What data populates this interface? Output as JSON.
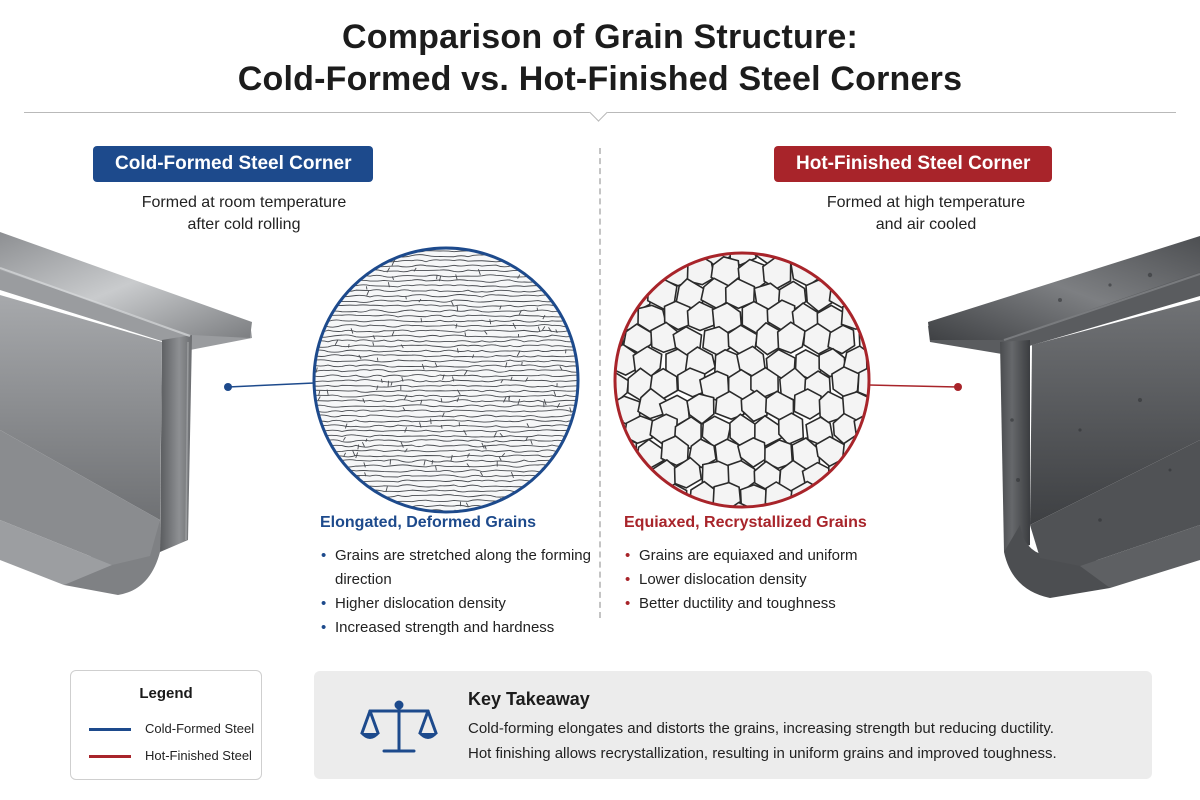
{
  "title_line1": "Comparison of Grain Structure:",
  "title_line2": "Cold-Formed vs. Hot-Finished Steel Corners",
  "colors": {
    "cold_accent": "#1d4a8c",
    "hot_accent": "#a8242a"
  },
  "cold": {
    "label": "Cold-Formed Steel Corner",
    "subtitle_line1": "Formed at room temperature",
    "subtitle_line2": "after cold rolling",
    "heading": "Elongated, Deformed Grains",
    "bullets": [
      "Grains are stretched along the forming direction",
      "Higher dislocation density",
      "Increased strength and hardness"
    ]
  },
  "hot": {
    "label": "Hot-Finished Steel Corner",
    "subtitle_line1": "Formed at high temperature",
    "subtitle_line2": "and air cooled",
    "heading": "Equiaxed, Recrystallized Grains",
    "bullets": [
      "Grains are equiaxed and uniform",
      "Lower dislocation density",
      "Better ductility and toughness"
    ]
  },
  "legend": {
    "title": "Legend",
    "items": [
      "Cold-Formed Steel",
      "Hot-Finished Steel"
    ]
  },
  "takeaway": {
    "icon": "balance-scale-icon",
    "title": "Key Takeaway",
    "line1": "Cold-forming elongates and distorts the grains, increasing strength but reducing ductility.",
    "line2": "Hot finishing allows recrystallization, resulting in uniform grains and improved toughness."
  }
}
